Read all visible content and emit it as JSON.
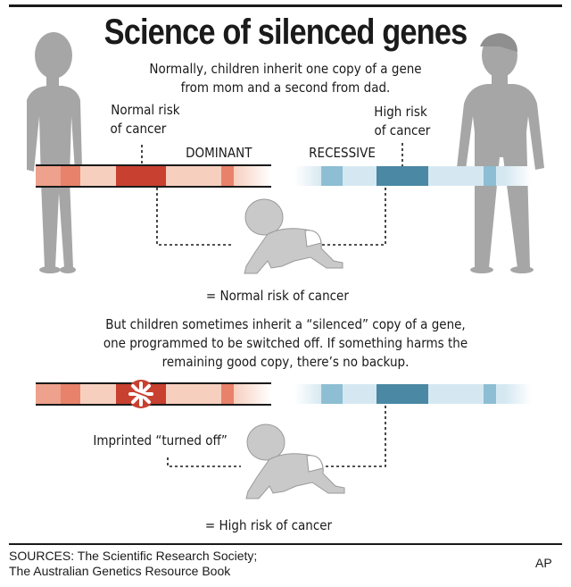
{
  "title": "Science of silenced genes",
  "intro": {
    "line1": "Normally, children inherit one copy of a gene",
    "line2": "from mom and a second from dad."
  },
  "labels": {
    "normal_risk_line1": "Normal risk",
    "normal_risk_line2": "of cancer",
    "high_risk_line1": "High risk",
    "high_risk_line2": "of cancer",
    "dominant": "DOMINANT",
    "recessive": "RECESSIVE",
    "result_normal": "= Normal risk of cancer",
    "imprinted": "Imprinted “turned off”",
    "result_high": "= High risk of cancer"
  },
  "explanation": {
    "line1": "But children sometimes inherit a “silenced” copy of a gene,",
    "line2": "one programmed to be switched off. If something harms the",
    "line3": "remaining good copy, there’s no backup."
  },
  "sources": {
    "line1": "SOURCES: The Scientific Research Society;",
    "line2": "The Australian Genetics Resource Book"
  },
  "credit": "AP",
  "colors": {
    "dominant_strong": "#c8402f",
    "dominant_mid": "#e8826a",
    "dominant_light": "#f7cfbf",
    "recessive_strong": "#4a88a4",
    "recessive_mid": "#8dbed3",
    "recessive_light": "#d5e8f1",
    "figure_gray": "#a6a6a6",
    "baby_gray": "#c9c9c9"
  }
}
